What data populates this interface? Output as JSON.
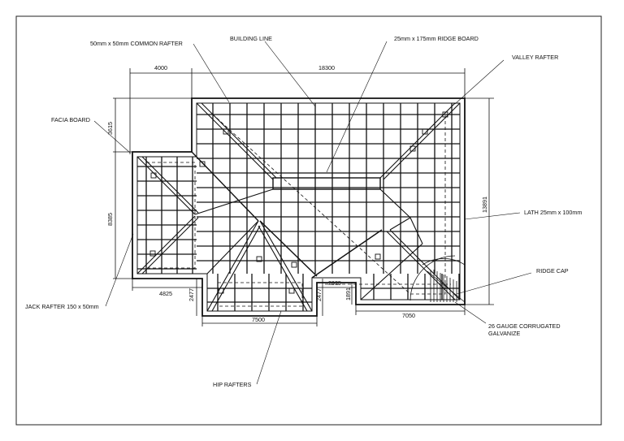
{
  "colors": {
    "ink": "#111111",
    "sheet": "#ffffff"
  },
  "labels": {
    "common_rafter": "50mm x 50mm COMMON RAFTER",
    "building_line": "BUILDING LINE",
    "ridge_board": "25mm x 175mm RIDGE BOARD",
    "valley_rafter": "VALLEY RAFTER",
    "facia_board": "FACIA BOARD",
    "lath": "LATH 25mm x 100mm",
    "ridge_cap": "RIDGE CAP",
    "jack_rafter": "JACK RAFTER 150 x 50mm",
    "corrugated_1": "26 GAUGE CORRUGATED",
    "corrugated_2": "GALVANIZE",
    "hip_rafters": "HIP RAFTERS"
  },
  "dimensions": {
    "top_left": "4000",
    "top_main": "18300",
    "left_upper": "3615",
    "left_main": "8385",
    "right_main": "13891",
    "bottom_left": "4825",
    "bottom_wing_left": "2477",
    "bottom_wing_width": "7500",
    "bottom_wing_right": "2477",
    "bottom_gap": "2925",
    "bottom_right_height": "1891",
    "bottom_right_width": "7050"
  }
}
